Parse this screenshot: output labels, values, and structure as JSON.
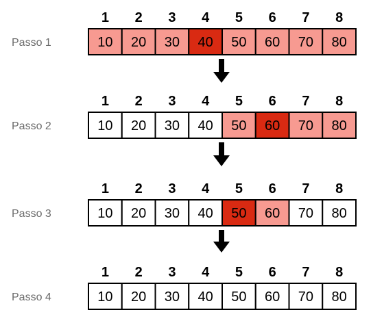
{
  "colors": {
    "none": "#ffffff",
    "light": "#f79a91",
    "dark": "#d92a12",
    "border": "#000000",
    "arrow": "#000000"
  },
  "indices": [
    "1",
    "2",
    "3",
    "4",
    "5",
    "6",
    "7",
    "8"
  ],
  "steps": [
    {
      "label": "Passo 1",
      "values": [
        "10",
        "20",
        "30",
        "40",
        "50",
        "60",
        "70",
        "80"
      ],
      "highlights": [
        "light",
        "light",
        "light",
        "dark",
        "light",
        "light",
        "light",
        "light"
      ]
    },
    {
      "label": "Passo 2",
      "values": [
        "10",
        "20",
        "30",
        "40",
        "50",
        "60",
        "70",
        "80"
      ],
      "highlights": [
        "none",
        "none",
        "none",
        "none",
        "light",
        "dark",
        "light",
        "light"
      ]
    },
    {
      "label": "Passo 3",
      "values": [
        "10",
        "20",
        "30",
        "40",
        "50",
        "60",
        "70",
        "80"
      ],
      "highlights": [
        "none",
        "none",
        "none",
        "none",
        "dark",
        "light",
        "none",
        "none"
      ]
    },
    {
      "label": "Passo 4",
      "values": [
        "10",
        "20",
        "30",
        "40",
        "50",
        "60",
        "70",
        "80"
      ],
      "highlights": [
        "none",
        "none",
        "none",
        "none",
        "none",
        "none",
        "none",
        "none"
      ]
    }
  ]
}
